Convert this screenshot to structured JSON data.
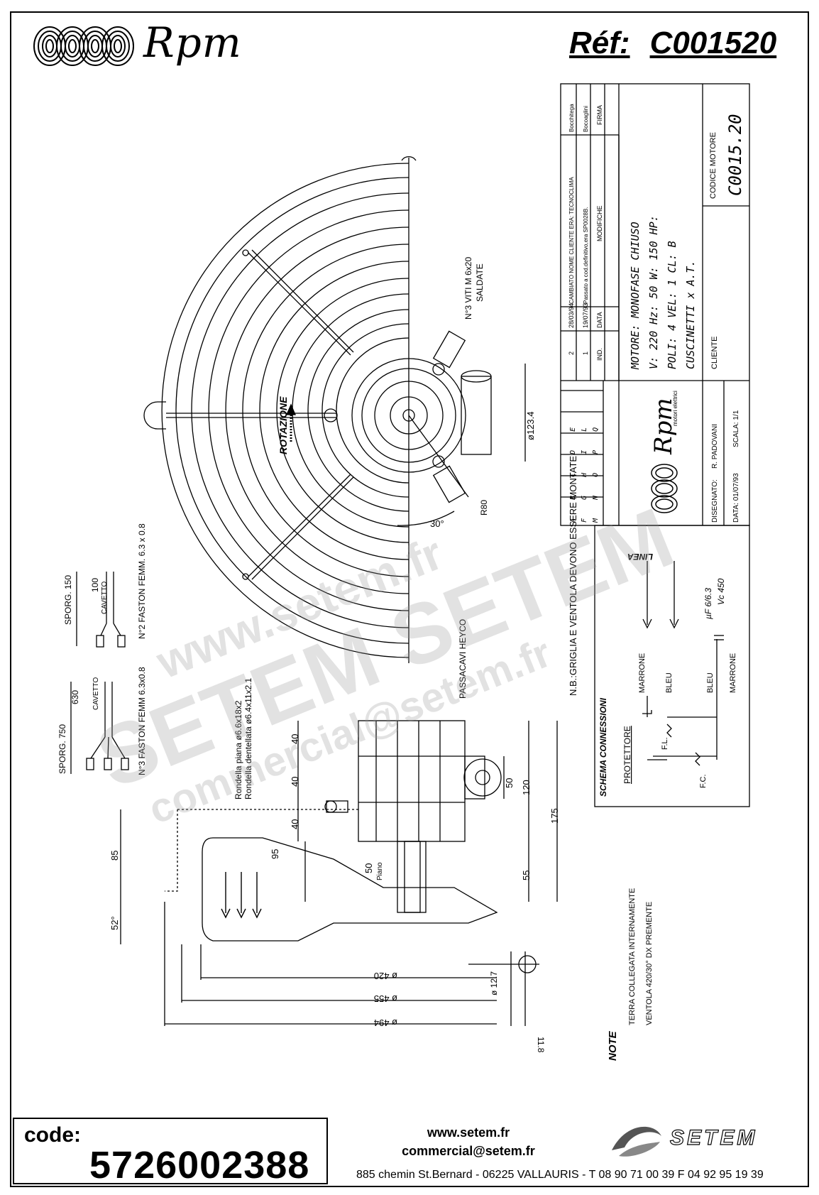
{
  "header": {
    "brand_name": "Rpm",
    "ref_label": "Réf:",
    "ref_value": "C001520"
  },
  "title_block": {
    "revisions": [
      {
        "ind": "2",
        "data": "28/03/94",
        "text": "CAMBIATO NOME CLIENTE ERA: TECNOCLIMA",
        "firma": "Bocchitega"
      },
      {
        "ind": "1",
        "data": "19/07/93",
        "text": "Passato a cod.definitivo,era SP0028B.",
        "firma": "Bocoaglini"
      }
    ],
    "rev_headers": {
      "ind": "IND.",
      "data": "DATA",
      "modifiche": "MODIFICHE",
      "firma": "FIRMA"
    },
    "motor_lines": [
      "MOTORE: MONOFASE CHIUSO",
      "V: 220     Hz: 50     W: 150 HP:",
      "POLI: 4    VEL: 1     CL: B",
      "CUSCINETTI x A.T."
    ],
    "cliente_label": "CLIENTE",
    "codice_motore_label": "CODICE MOTORE",
    "codice_motore_value": "C0015.20",
    "letters_rows": [
      "A B C D E",
      "F G H I L",
      "M N O P Q"
    ],
    "logo_name": "Rpm",
    "logo_sub": "motori elettrici",
    "disegnato_label": "DISEGNATO:",
    "disegnato_value": "R. PADOVANI",
    "data_label": "DATA: 01/07/93",
    "scala_label": "SCALA: 1/1"
  },
  "labels": {
    "viti": "N°3 VITI M 6x20",
    "saldate": "SALDATE",
    "rotazione": "ROTAZIONE",
    "dia_123": "ø123.4",
    "r80": "R80",
    "angle30": "30°",
    "nb_note": "N.B.:GRIGLIA E VENTOLA DEVONO ESSERE MONTATE",
    "sporg_150": "SPORG. 150",
    "cavetto_100": "100",
    "cavetto_label": "CAVETTO",
    "faston_1": "N°2 FASTON FEMM. 6.3 x 0.8",
    "sporg_750": "SPORG. 750",
    "cavetto_630": "630",
    "faston_2": "N°3 FASTON FEMM 6.3x0.8",
    "rondella_1": "Rondella piana ø6.6x18x2",
    "rondella_2": "Rondella dentellata ø6.4x11x2.1",
    "passacavi": "PASSACAVI HEYCO",
    "d40a": "40",
    "d40b": "40",
    "d40c": "40",
    "d50": "50",
    "d120": "120",
    "d175": "175",
    "d95": "95",
    "d55": "55",
    "d50b": "50",
    "piano": "Piano",
    "d85": "85",
    "d52": "52°",
    "d420": "ø 420",
    "d455": "ø 455",
    "d494": "ø 494",
    "d127": "ø 12.7",
    "d118": "11.8",
    "linea": "LINEA",
    "cap_1": "µF 6/6.3",
    "cap_2": "Vc 450",
    "schema": "SCHEMA CONNESSIONI",
    "protettore": "PROTETTORE",
    "marrone_1": "MARRONE",
    "bleu_1": "BLEU",
    "bleu_2": "BLEU",
    "marrone_2": "MARRONE",
    "fl": "F.L.",
    "fc": "F.C.",
    "note_title": "NOTE",
    "note_1": "TERRA COLLEGATA INTERNAMENTE",
    "note_2": "VENTOLA 420/30° DX PREMENTE"
  },
  "watermarks": [
    "www.setem.fr",
    "SETEM   SETEM",
    "commercial@setem.fr"
  ],
  "footer": {
    "code_label": "code:",
    "code_value": "5726002388",
    "website": "www.setem.fr",
    "email": "commercial@setem.fr",
    "address": "885 chemin St.Bernard  -  06225 VALLAURIS  -  T 08 90 71 00 39   F 04 92 95 19 39",
    "setem_logo_text": "SETEM"
  }
}
